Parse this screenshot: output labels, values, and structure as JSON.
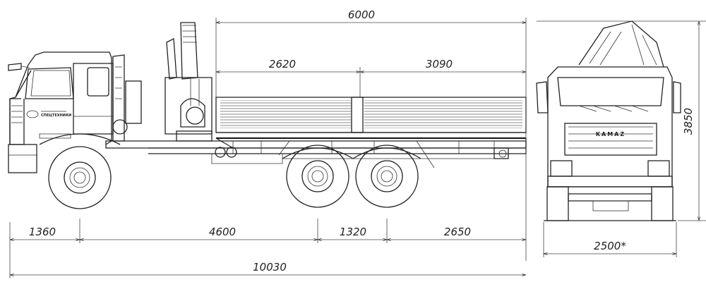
{
  "dimensions": {
    "body_length": "6000",
    "body_front_section": "2620",
    "body_rear_section": "3090",
    "front_overhang": "1360",
    "wheelbase_front": "4600",
    "bogie_spacing": "1320",
    "rear_overhang": "2650",
    "overall_length": "10030",
    "overall_height": "3850",
    "overall_width": "2500*"
  },
  "markings": {
    "front_grille_brand": "KAMAZ",
    "cab_logo": "СПЕЦТЕХНИКИ"
  }
}
